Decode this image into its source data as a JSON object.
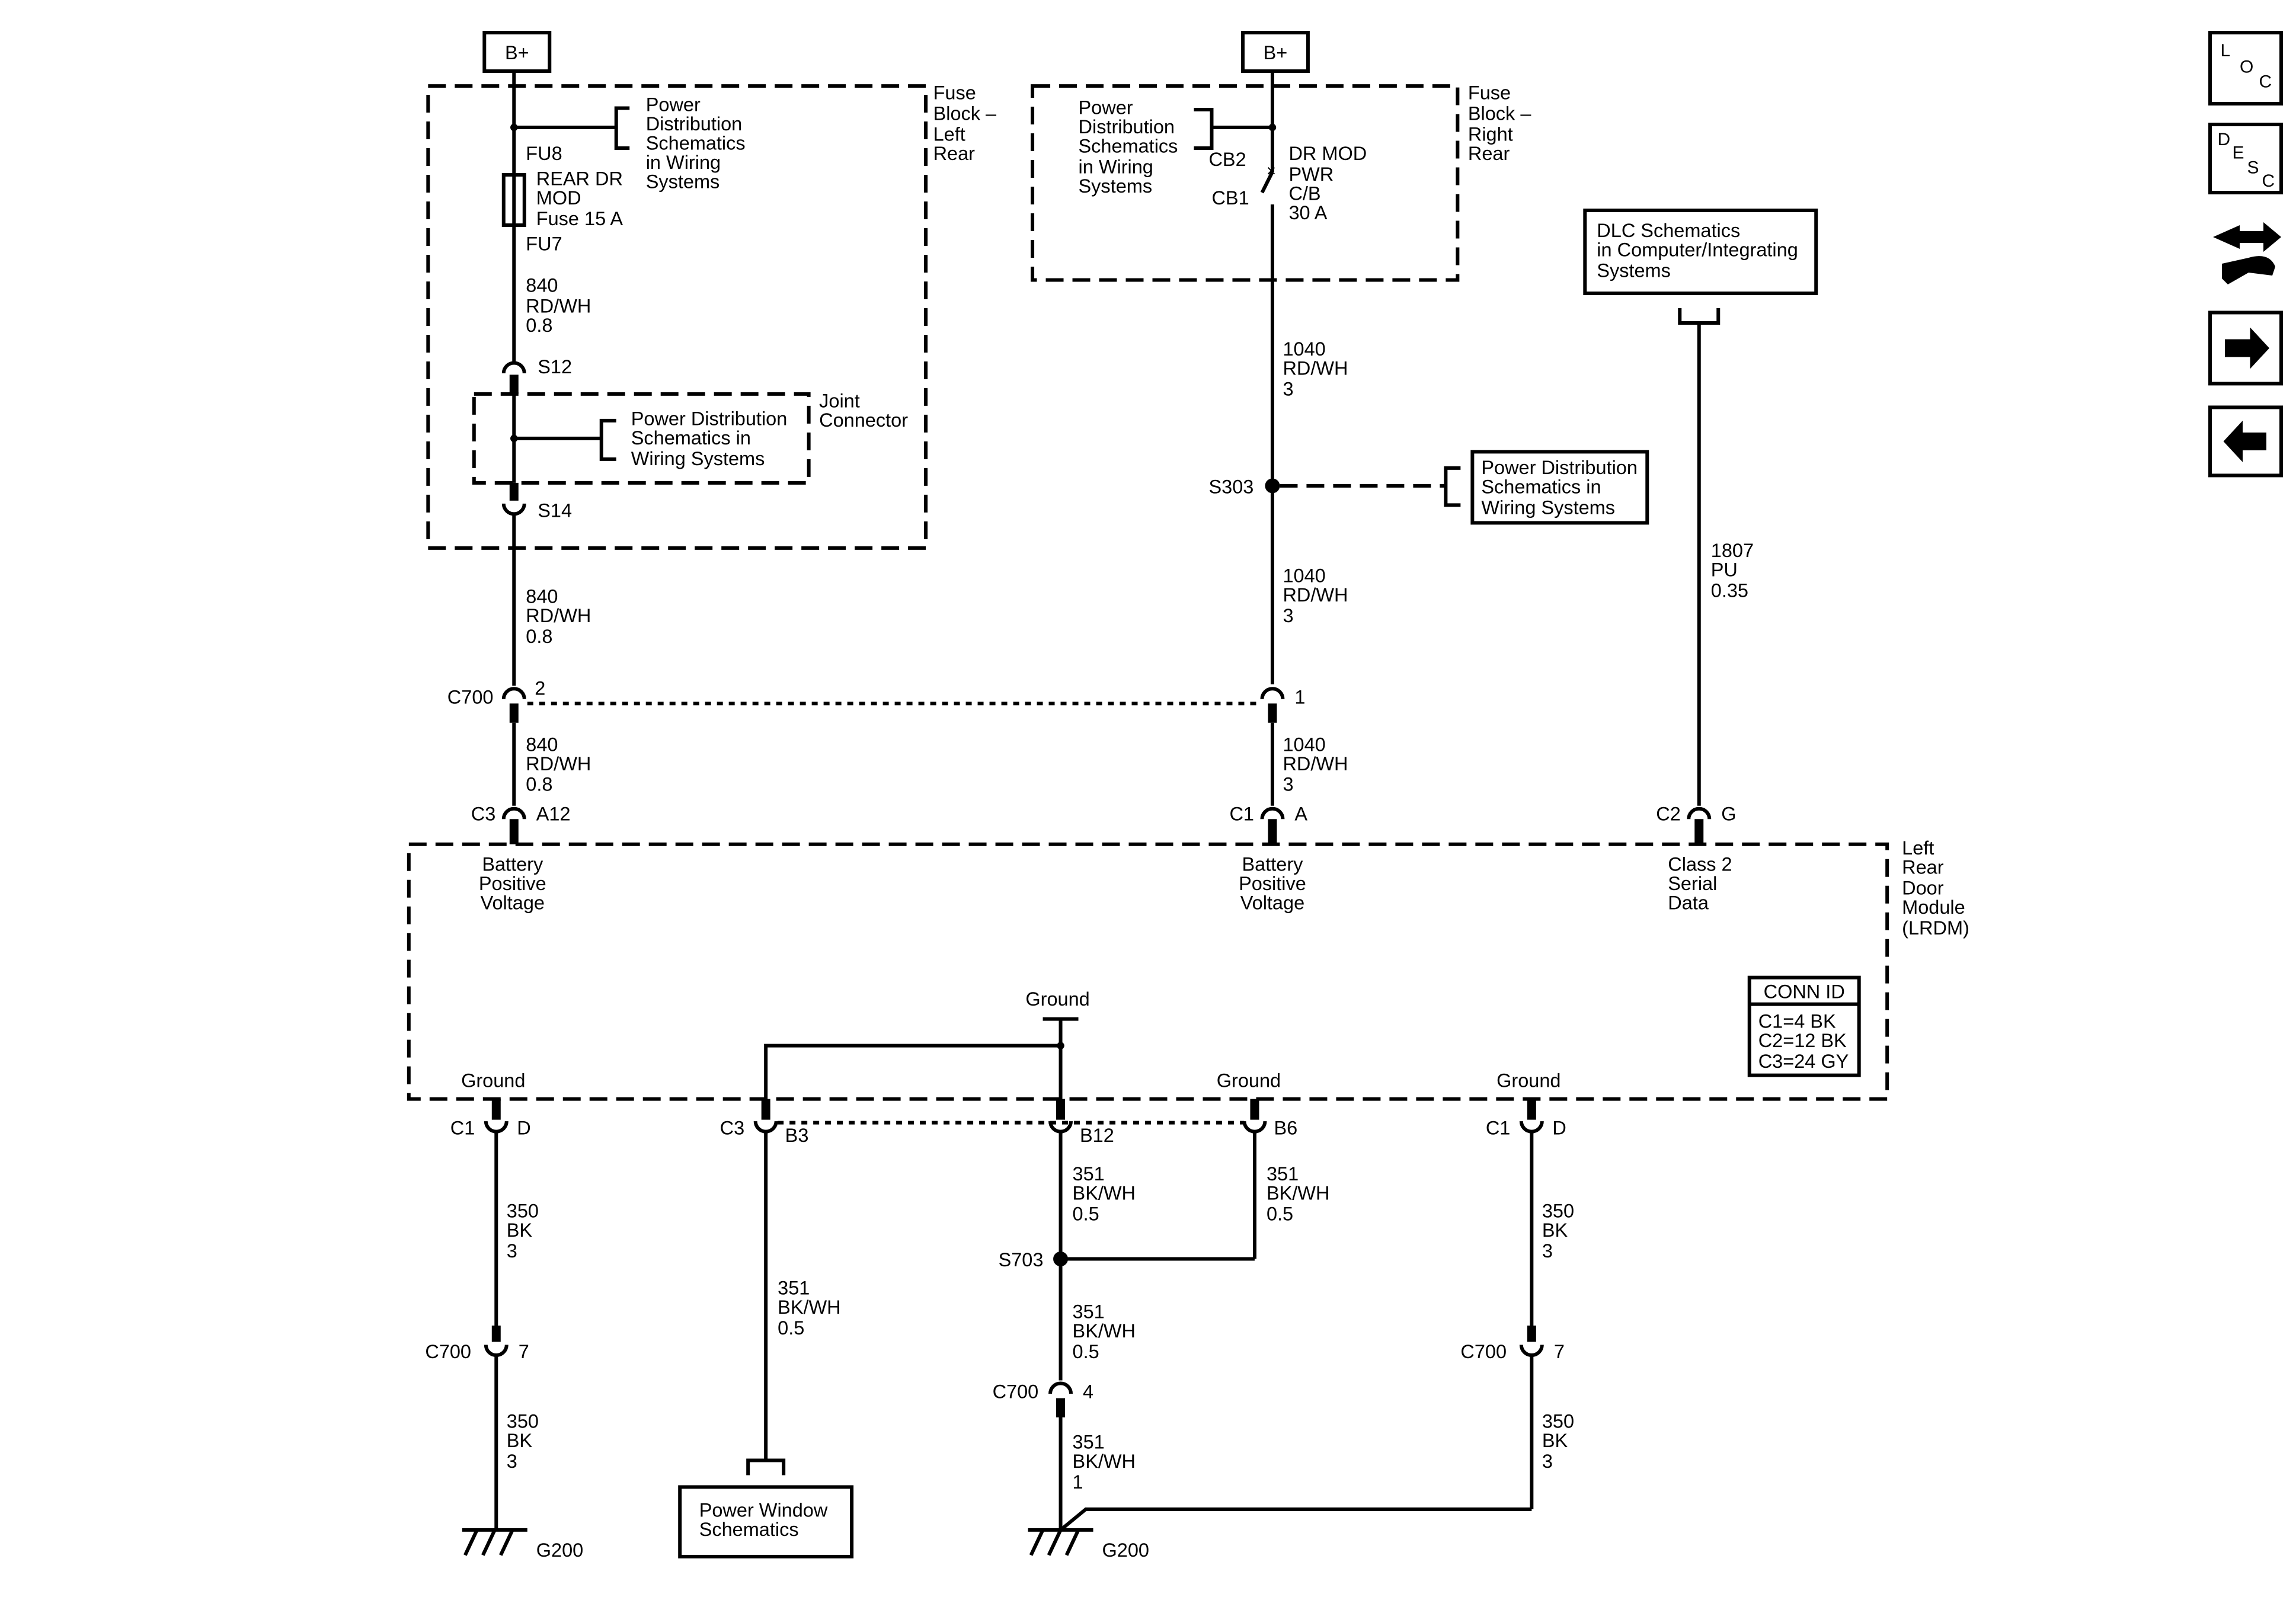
{
  "supply": {
    "b_plus_left": "B+",
    "b_plus_right": "B+"
  },
  "fuse_block_left": {
    "title_lines": [
      "Fuse",
      "Block –",
      "Left",
      "Rear"
    ],
    "fu8": "FU8",
    "fuse_lines": [
      "REAR DR",
      "MOD",
      "Fuse 15 A"
    ],
    "fu7": "FU7",
    "power_ref_lines": [
      "Power",
      "Distribution",
      "Schematics",
      "in Wiring",
      "Systems"
    ],
    "s12": "S12",
    "s14": "S14",
    "joint_lines": [
      "Joint",
      "Connector"
    ],
    "joint_ref_lines": [
      "Power Distribution",
      "Schematics in",
      "Wiring Systems"
    ]
  },
  "fuse_block_right": {
    "title_lines": [
      "Fuse",
      "Block –",
      "Right",
      "Rear"
    ],
    "power_ref_lines": [
      "Power",
      "Distribution",
      "Schematics",
      "in Wiring",
      "Systems"
    ],
    "cb2": "CB2",
    "cb1": "CB1",
    "cb_lines": [
      "DR MOD",
      "PWR",
      "C/B",
      "30 A"
    ]
  },
  "wires": {
    "w840": [
      "840",
      "RD/WH",
      "0.8"
    ],
    "w1040": [
      "1040",
      "RD/WH",
      "3"
    ],
    "w1807": [
      "1807",
      "PU",
      "0.35"
    ],
    "w350": [
      "350",
      "BK",
      "3"
    ],
    "w351": [
      "351",
      "BK/WH",
      "0.5"
    ],
    "w351_1": [
      "351",
      "BK/WH",
      "1"
    ]
  },
  "splices": {
    "s303": "S303",
    "s703": "S703"
  },
  "s303_ref_lines": [
    "Power Distribution",
    "Schematics in",
    "Wiring Systems"
  ],
  "dlc_lines": [
    "DLC Schematics",
    "in Computer/Integrating",
    "Systems"
  ],
  "connectors": {
    "c700": "C700",
    "c700_p2": "2",
    "c700_p1": "1",
    "c700_p7": "7",
    "c700_p4": "4",
    "c3": "C3",
    "c1": "C1",
    "c2": "C2",
    "a12": "A12",
    "a": "A",
    "g": "G",
    "d": "D",
    "b3": "B3",
    "b12": "B12",
    "b6": "B6"
  },
  "module": {
    "name_lines": [
      "Left",
      "Rear",
      "Door",
      "Module",
      "(LRDM)"
    ],
    "batt_lines": [
      "Battery",
      "Positive",
      "Voltage"
    ],
    "class2_lines": [
      "Class 2",
      "Serial",
      "Data"
    ],
    "ground": "Ground",
    "conn_id_title": "CONN ID",
    "conn_id_lines": [
      "C1=4 BK",
      "C2=12 BK",
      "C3=24 GY"
    ]
  },
  "grounds": {
    "g200": "G200"
  },
  "power_window_lines": [
    "Power Window",
    "Schematics"
  ],
  "nav": {
    "loc_letters": [
      "L",
      "O",
      "C"
    ],
    "desc_letters": [
      "D",
      "E",
      "S",
      "C"
    ],
    "forward_icon": "right-arrow-icon",
    "back_icon": "left-arrow-icon",
    "connector_icon": "connector-tool-icon"
  }
}
